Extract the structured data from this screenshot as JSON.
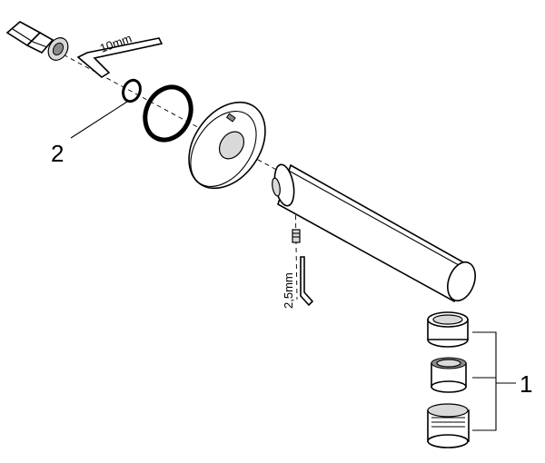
{
  "diagram": {
    "labels": {
      "wrench_large": "10mm",
      "wrench_small": "2,5mm"
    },
    "callouts": {
      "aerator_set": "1",
      "seal_set": "2"
    }
  }
}
